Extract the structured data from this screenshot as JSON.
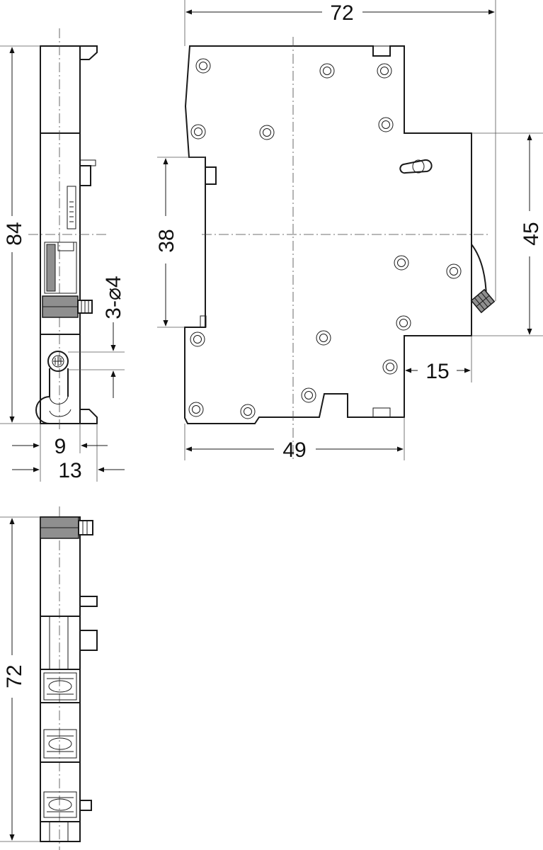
{
  "dimensions": {
    "top_width": "72",
    "total_height": "84",
    "mount_height": "38",
    "right_height": "45",
    "holes": "3-⌀4",
    "hole_spacing": "9",
    "side_width": "13",
    "bottom_width": "49",
    "step_width": "15",
    "bottom_view_height": "72"
  },
  "colors": {
    "line": "#1a1a1a",
    "accent": "#8f8f8f"
  }
}
